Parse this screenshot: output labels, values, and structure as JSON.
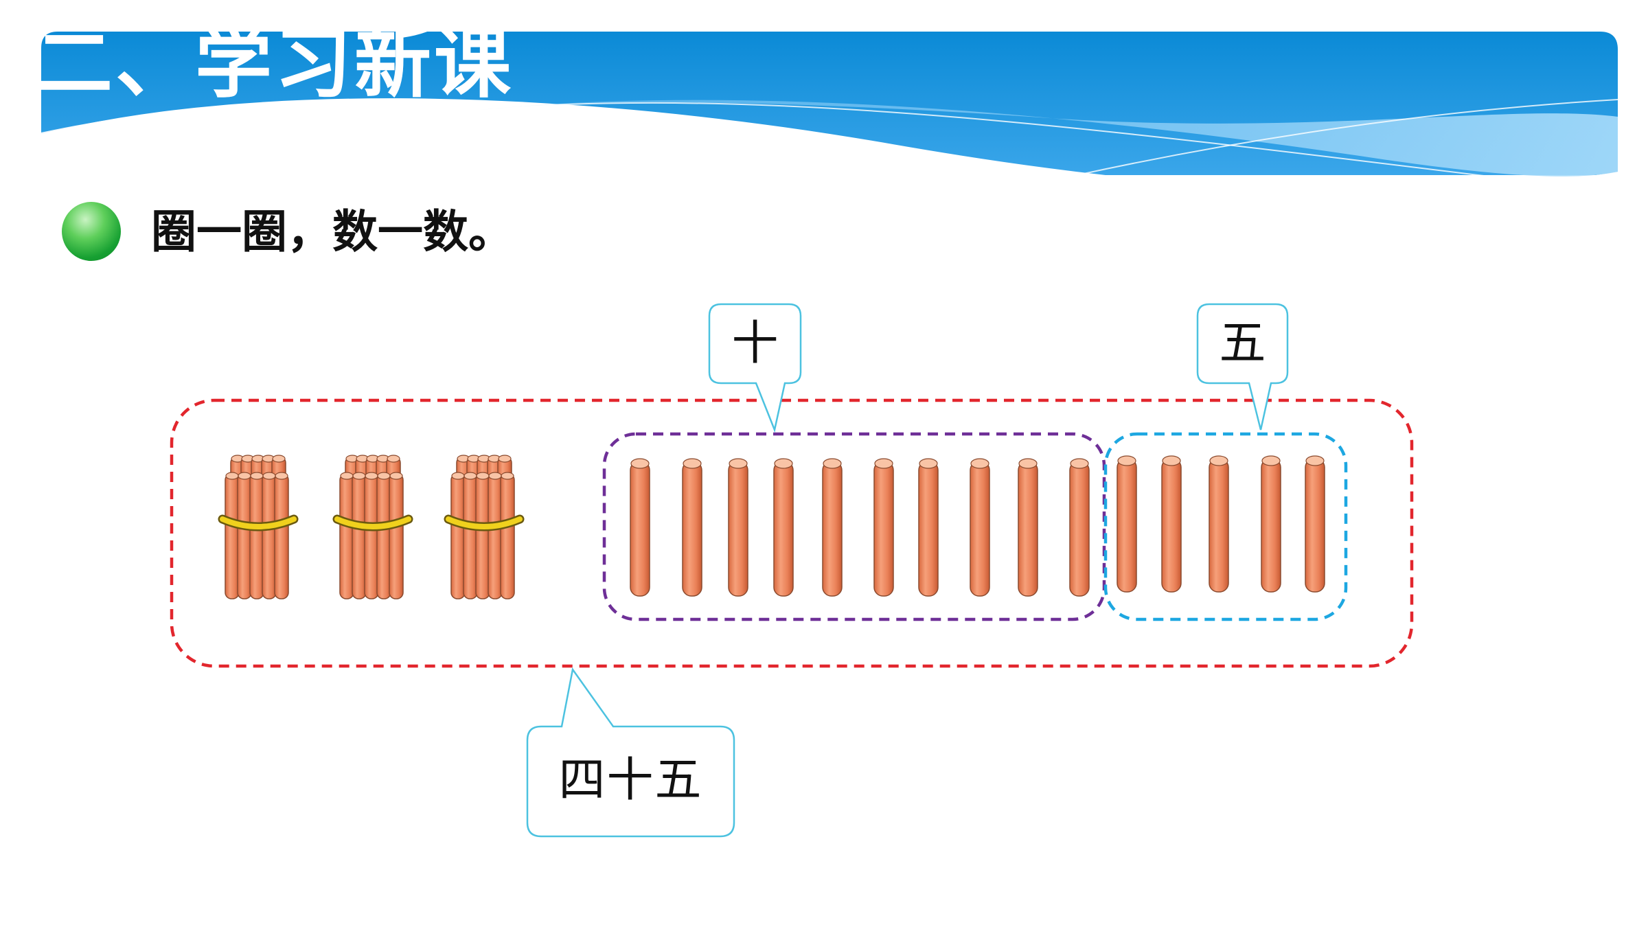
{
  "header": {
    "title": "二、学习新课",
    "colors": {
      "banner_top": "#0e8fd8",
      "banner_bottom": "#bfe3fb"
    }
  },
  "instruction": {
    "bullet_icon": "green-ball-icon",
    "text": "圈一圈，数一数。"
  },
  "labels": {
    "tens_bubble": "十",
    "ones_bubble": "五",
    "total_bubble": "四十五"
  },
  "counting": {
    "bundles": 3,
    "sticks_in_tens_group": 10,
    "sticks_in_ones_group": 5,
    "colors": {
      "outer_circle": "#e2262d",
      "tens_circle": "#6e2f97",
      "ones_circle": "#1da7e1",
      "bubble_border": "#4cc2e0",
      "stick": "#e8845a",
      "band": "#f0d11d"
    }
  }
}
